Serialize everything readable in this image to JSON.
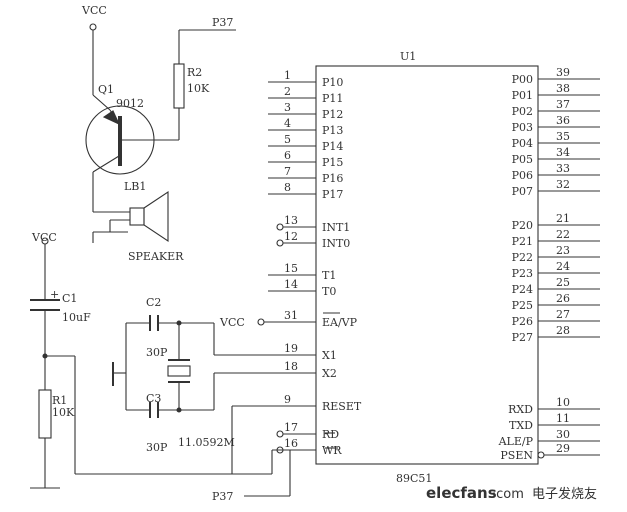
{
  "title": "",
  "ic": {
    "name": "U1",
    "part": "89C51",
    "left_pins": [
      {
        "num": "1",
        "label": "P10"
      },
      {
        "num": "2",
        "label": "P11"
      },
      {
        "num": "3",
        "label": "P12"
      },
      {
        "num": "4",
        "label": "P13"
      },
      {
        "num": "5",
        "label": "P14"
      },
      {
        "num": "6",
        "label": "P15"
      },
      {
        "num": "7",
        "label": "P16"
      },
      {
        "num": "8",
        "label": "P17"
      },
      {
        "num": "13",
        "label": "INT1"
      },
      {
        "num": "12",
        "label": "INT0"
      },
      {
        "num": "15",
        "label": "T1"
      },
      {
        "num": "14",
        "label": "T0"
      },
      {
        "num": "31",
        "label": "EA/VP"
      },
      {
        "num": "19",
        "label": "X1"
      },
      {
        "num": "18",
        "label": "X2"
      },
      {
        "num": "9",
        "label": "RESET"
      },
      {
        "num": "17",
        "label": "RD"
      },
      {
        "num": "16",
        "label": "WR"
      }
    ],
    "right_pins": [
      {
        "num": "39",
        "label": "P00"
      },
      {
        "num": "38",
        "label": "P01"
      },
      {
        "num": "37",
        "label": "P02"
      },
      {
        "num": "36",
        "label": "P03"
      },
      {
        "num": "35",
        "label": "P04"
      },
      {
        "num": "34",
        "label": "P05"
      },
      {
        "num": "33",
        "label": "P06"
      },
      {
        "num": "32",
        "label": "P07"
      },
      {
        "num": "21",
        "label": "P20"
      },
      {
        "num": "22",
        "label": "P21"
      },
      {
        "num": "23",
        "label": "P22"
      },
      {
        "num": "24",
        "label": "P23"
      },
      {
        "num": "25",
        "label": "P24"
      },
      {
        "num": "26",
        "label": "P25"
      },
      {
        "num": "27",
        "label": "P26"
      },
      {
        "num": "28",
        "label": "P27"
      },
      {
        "num": "10",
        "label": "RXD"
      },
      {
        "num": "11",
        "label": "TXD"
      },
      {
        "num": "30",
        "label": "ALE/P"
      },
      {
        "num": "29",
        "label": "PSEN"
      }
    ]
  },
  "components": {
    "vcc_top": "VCC",
    "p37_top": "P37",
    "q1_name": "Q1",
    "q1_part": "9012",
    "r2_name": "R2",
    "r2_value": "10K",
    "lb1_name": "LB1",
    "speaker": "SPEAKER",
    "vcc_left": "VCC",
    "c1_name": "C1",
    "c1_plus": "+",
    "c1_value": "10uF",
    "r1_name": "R1",
    "r1_value": "10K",
    "c2_name": "C2",
    "c2_value": "30P",
    "c3_name": "C3",
    "c3_value": "30P",
    "crystal_value": "11.0592M",
    "vcc_ea": "VCC",
    "p37_bottom": "P37"
  },
  "watermark": {
    "site": "elecfans",
    "dotcom": "·com",
    "chinese": "电子发烧友"
  },
  "colors": {
    "wire": "#333333",
    "watermark_blue": "#1a4f9c",
    "watermark_orange": "#e8741a"
  }
}
